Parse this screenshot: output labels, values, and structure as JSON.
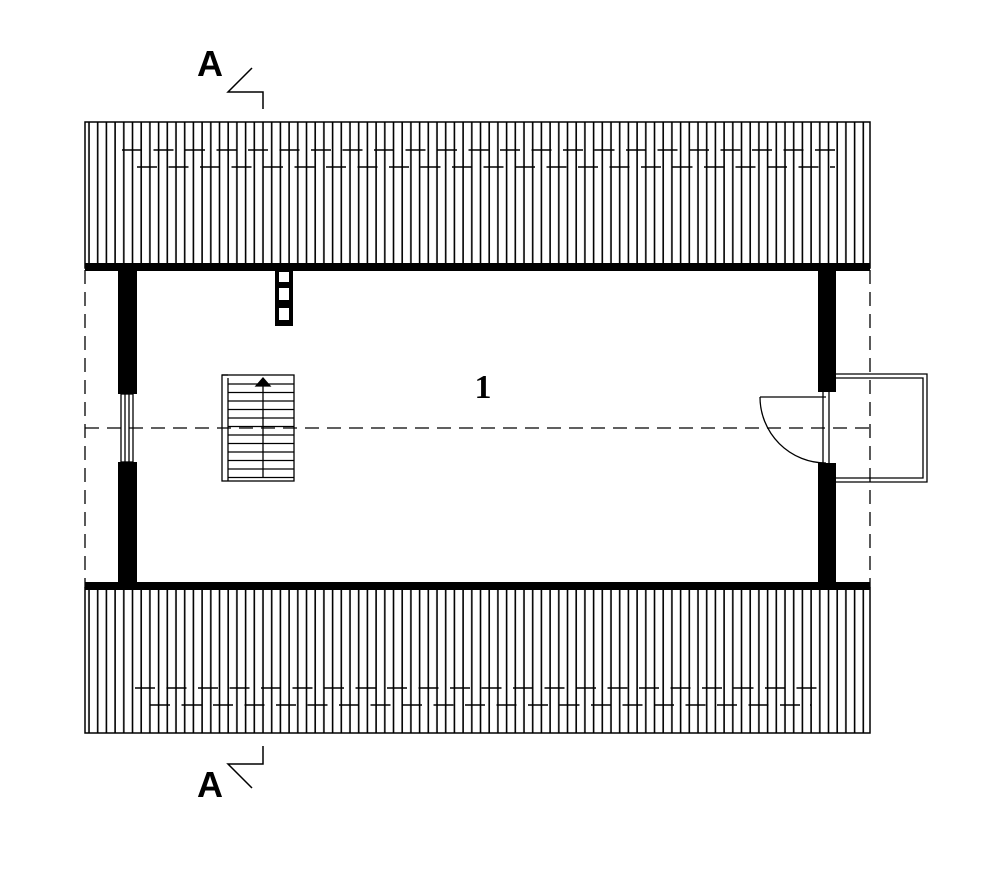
{
  "drawing": {
    "section_marker_top": "A",
    "section_marker_bottom": "A",
    "room_label": "1"
  },
  "colors": {
    "ink": "#000000",
    "paper": "#ffffff"
  }
}
